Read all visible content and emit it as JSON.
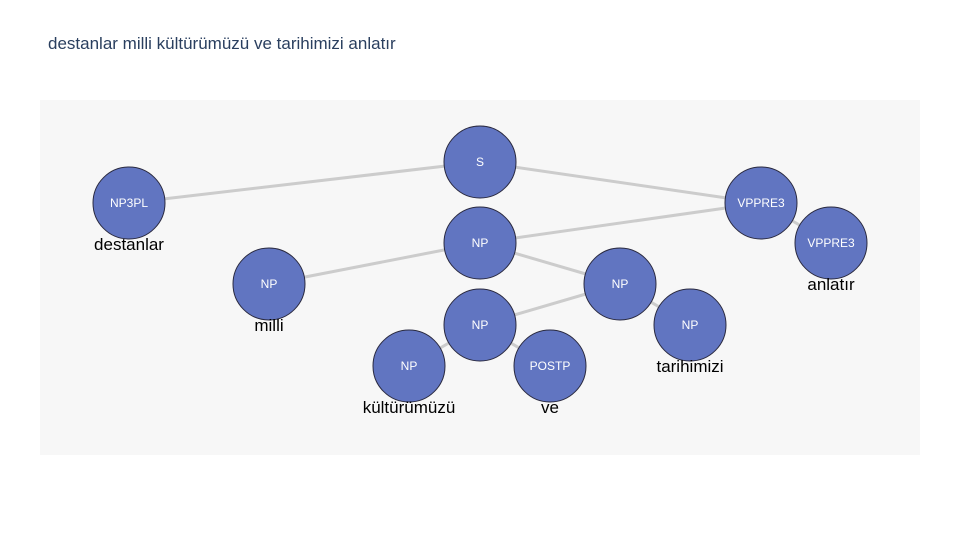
{
  "title": "destanlar milli kültürümüzü ve tarihimizi anlatır",
  "colors": {
    "background": "#ffffff",
    "plot_background": "#f7f7f7",
    "node_fill": "#6175c1",
    "node_stroke": "#2a2a40",
    "edge": "#cccccc",
    "title": "#2a3f5f"
  },
  "nodes": [
    {
      "id": "s",
      "label": "S"
    },
    {
      "id": "np3pl",
      "label": "NP3PL",
      "word": "destanlar"
    },
    {
      "id": "vppre3a",
      "label": "VPPRE3"
    },
    {
      "id": "vppre3b",
      "label": "VPPRE3",
      "word": "anlatır"
    },
    {
      "id": "np1",
      "label": "NP"
    },
    {
      "id": "np_milli",
      "label": "NP",
      "word": "milli"
    },
    {
      "id": "np2",
      "label": "NP"
    },
    {
      "id": "np_tar",
      "label": "NP",
      "word": "tarihimizi"
    },
    {
      "id": "np3",
      "label": "NP"
    },
    {
      "id": "np_kul",
      "label": "NP",
      "word": "kültürümüzü"
    },
    {
      "id": "postp",
      "label": "POSTP",
      "word": "ve"
    }
  ],
  "edges": [
    [
      "s",
      "np3pl"
    ],
    [
      "s",
      "vppre3a"
    ],
    [
      "vppre3a",
      "vppre3b"
    ],
    [
      "vppre3a",
      "np1"
    ],
    [
      "np1",
      "np_milli"
    ],
    [
      "np1",
      "np2"
    ],
    [
      "np2",
      "np3"
    ],
    [
      "np2",
      "np_tar"
    ],
    [
      "np3",
      "np_kul"
    ],
    [
      "np3",
      "postp"
    ]
  ]
}
